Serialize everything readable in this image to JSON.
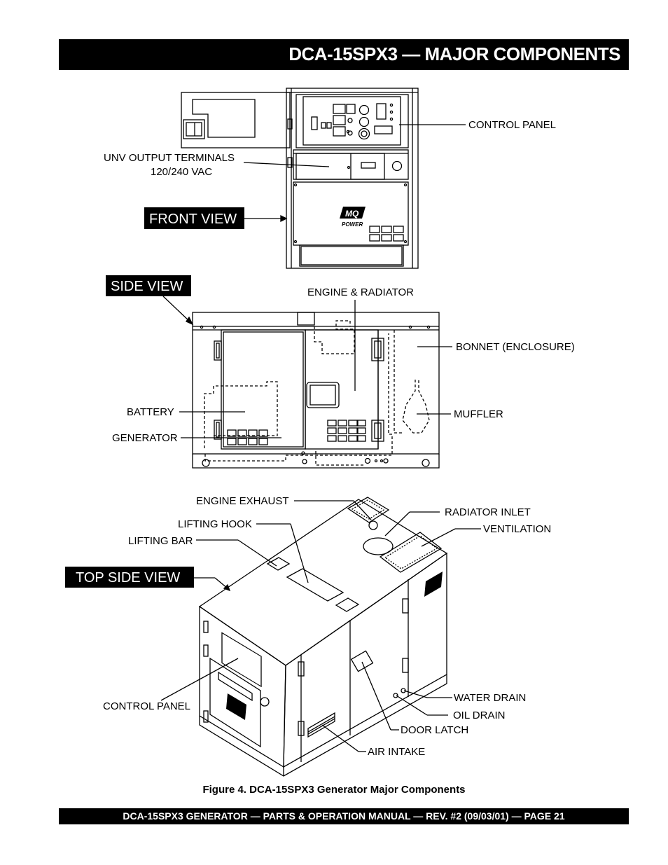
{
  "header": {
    "title": "DCA-15SPX3  — MAJOR COMPONENTS"
  },
  "front_view": {
    "tag": "FRONT VIEW",
    "labels": {
      "control_panel": "CONTROL PANEL",
      "unv_output_terminals": "UNV OUTPUT TERMINALS",
      "unv_voltage": "120/240 VAC"
    }
  },
  "side_view": {
    "tag": "SIDE VIEW",
    "labels": {
      "engine_radiator": "ENGINE & RADIATOR",
      "bonnet": "BONNET (ENCLOSURE)",
      "battery": "BATTERY",
      "muffler": "MUFFLER",
      "generator": "GENERATOR"
    }
  },
  "top_side_view": {
    "tag": "TOP SIDE VIEW",
    "labels": {
      "engine_exhaust": "ENGINE EXHAUST",
      "radiator_inlet": "RADIATOR INLET",
      "lifting_hook": "LIFTING HOOK",
      "ventilation": "VENTILATION",
      "lifting_bar": "LIFTING BAR",
      "control_panel": "CONTROL PANEL",
      "water_drain": "WATER DRAIN",
      "oil_drain": "OIL DRAIN",
      "door_latch": "DOOR LATCH",
      "air_intake": "AIR INTAKE"
    }
  },
  "logo": {
    "letters": "MQ",
    "word": "POWER"
  },
  "caption": "Figure 4. DCA-15SPX3 Generator Major Components",
  "footer": "DCA-15SPX3   GENERATOR — PARTS & OPERATION MANUAL — REV. #2 (09/03/01) — PAGE 21"
}
